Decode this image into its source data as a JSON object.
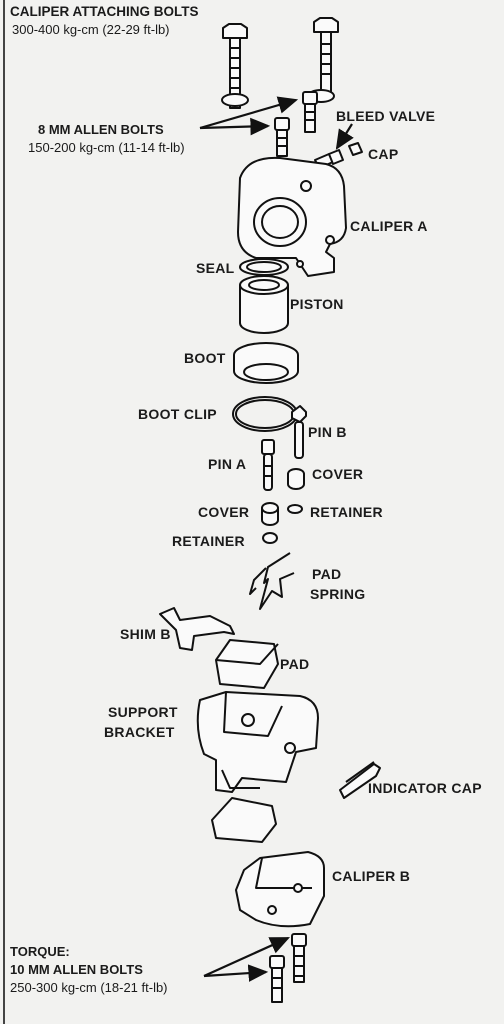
{
  "header": {
    "title": "CALIPER ATTACHING BOLTS",
    "torque": "300-400 kg-cm  (22-29 ft-lb)"
  },
  "allen8": {
    "title": "8 MM ALLEN BOLTS",
    "torque": "150-200 kg-cm  (11-14 ft-lb)"
  },
  "footer": {
    "torque_label": "TORQUE:",
    "title": "10 MM ALLEN BOLTS",
    "torque": "250-300 kg-cm  (18-21 ft-lb)"
  },
  "labels": {
    "bleed_valve": "BLEED VALVE",
    "cap": "CAP",
    "caliper_a": "CALIPER A",
    "seal": "SEAL",
    "piston": "PISTON",
    "boot": "BOOT",
    "boot_clip": "BOOT CLIP",
    "pin_b": "PIN B",
    "pin_a": "PIN A",
    "cover_right": "COVER",
    "cover_left": "COVER",
    "retainer_right": "RETAINER",
    "retainer_left": "RETAINER",
    "pad_spring_1": "PAD",
    "pad_spring_2": "SPRING",
    "shim_b": "SHIM B",
    "pad": "PAD",
    "support_bracket_1": "SUPPORT",
    "support_bracket_2": "BRACKET",
    "indicator_cap": "INDICATOR CAP",
    "caliper_b": "CALIPER B"
  }
}
